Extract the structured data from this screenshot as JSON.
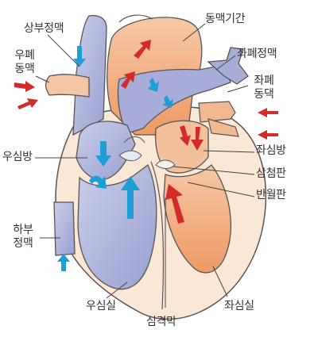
{
  "labels": {
    "aorta": "동맥기간",
    "superior_vena_cava": "상부정맥",
    "right_pulmonary_artery_l1": "우폐",
    "right_pulmonary_artery_l2": "동맥",
    "left_pulmonary_vein": "좌폐정맥",
    "left_pulmonary_artery_l1": "좌폐",
    "left_pulmonary_artery_l2": "동댁",
    "right_atrium": "우심방",
    "left_atrium": "좌심방",
    "mitral_valve": "삼첨판",
    "semilunar_valve": "반월판",
    "inferior_vena_cava_l1": "하부",
    "inferior_vena_cava_l2": "정맥",
    "right_ventricle": "우심실",
    "septum": "심격막",
    "left_ventricle": "좌심실"
  },
  "colors": {
    "deoxygenated": "#b9bde0",
    "oxygenated": "#f2b98f",
    "muscle": "#fbe7d6",
    "outline": "#555555",
    "arrow_blue": "#1d9fd6",
    "arrow_red": "#d32a2a",
    "leader": "#444444"
  }
}
